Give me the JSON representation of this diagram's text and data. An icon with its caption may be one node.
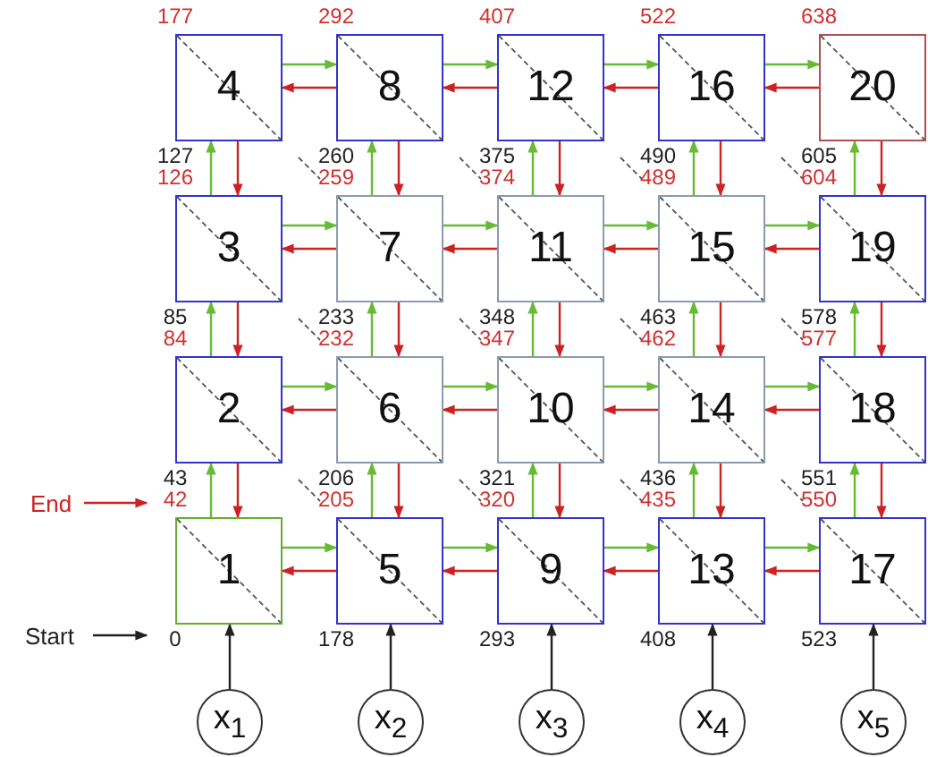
{
  "diagram": {
    "nodes": [
      {
        "text": [
          "1"
        ],
        "beside": [
          "42",
          "0"
        ]
      },
      {
        "text": [
          "2"
        ],
        "beside": [
          "84",
          "43"
        ]
      },
      {
        "text": [
          "3"
        ],
        "beside": [
          "126",
          "85"
        ]
      },
      {
        "text": [
          "4"
        ],
        "beside": [
          "177",
          "127"
        ]
      },
      {
        "text": [
          "5"
        ],
        "beside": [
          "205",
          "178"
        ]
      },
      {
        "text": [
          "6"
        ],
        "beside": [
          "232",
          "206"
        ]
      },
      {
        "text": [
          "7"
        ],
        "beside": [
          "259",
          "233"
        ]
      },
      {
        "text": [
          "8"
        ],
        "beside": [
          "292",
          "260"
        ]
      },
      {
        "text": [
          "9"
        ],
        "beside": [
          "320",
          "293"
        ]
      },
      {
        "text": [
          "10"
        ],
        "beside": [
          "347",
          "321"
        ]
      },
      {
        "text": [
          "11"
        ],
        "beside": [
          "374",
          "348"
        ]
      },
      {
        "text": [
          "12"
        ],
        "beside": [
          "407",
          "375"
        ]
      },
      {
        "text": [
          "13"
        ],
        "beside": [
          "435",
          "408"
        ]
      },
      {
        "text": [
          "14"
        ],
        "beside": [
          "462",
          "436"
        ]
      },
      {
        "text": [
          "15"
        ],
        "beside": [
          "489",
          "463"
        ]
      },
      {
        "text": [
          "16"
        ],
        "beside": [
          "522",
          "490"
        ]
      },
      {
        "text": [
          "17"
        ],
        "beside": [
          "550",
          "523"
        ]
      },
      {
        "text": [
          "18"
        ],
        "beside": [
          "577",
          "551"
        ]
      },
      {
        "text": [
          "19"
        ],
        "beside": [
          "604",
          "578"
        ]
      },
      {
        "text": [
          "20"
        ],
        "beside": [
          "638",
          "605"
        ]
      },
      {
        "text": [
          "x$_{1}$"
        ]
      },
      {
        "text": [
          "x$_{2}$"
        ]
      },
      {
        "text": [
          "x$_{3}$"
        ]
      },
      {
        "text": [
          "x$_{4}$"
        ]
      },
      {
        "text": [
          "x$_{5}$"
        ]
      },
      {
        "text": [
          "Start"
        ]
      },
      {
        "text": [
          "End"
        ]
      }
    ],
    "edges": [
      {
        "from": 0,
        "to": 4,
        "arrow": "to",
        "color": "#66bb33"
      },
      {
        "from": 4,
        "to": 0,
        "arrow": "to",
        "color": "#cc2222"
      },
      {
        "from": 1,
        "to": 5,
        "arrow": "to",
        "color": "#66bb33"
      },
      {
        "from": 5,
        "to": 1,
        "arrow": "to",
        "color": "#cc2222"
      },
      {
        "from": 2,
        "to": 6,
        "arrow": "to",
        "color": "#66bb33"
      },
      {
        "from": 6,
        "to": 2,
        "arrow": "to",
        "color": "#cc2222"
      },
      {
        "from": 3,
        "to": 7,
        "arrow": "to",
        "color": "#66bb33"
      },
      {
        "from": 7,
        "to": 3,
        "arrow": "to",
        "color": "#cc2222"
      },
      {
        "from": 4,
        "to": 8,
        "arrow": "to",
        "color": "#66bb33"
      },
      {
        "from": 8,
        "to": 4,
        "arrow": "to",
        "color": "#cc2222"
      },
      {
        "from": 5,
        "to": 9,
        "arrow": "to",
        "color": "#66bb33"
      },
      {
        "from": 9,
        "to": 5,
        "arrow": "to",
        "color": "#cc2222"
      },
      {
        "from": 6,
        "to": 10,
        "arrow": "to",
        "color": "#66bb33"
      },
      {
        "from": 10,
        "to": 6,
        "arrow": "to",
        "color": "#cc2222"
      },
      {
        "from": 7,
        "to": 11,
        "arrow": "to",
        "color": "#66bb33"
      },
      {
        "from": 11,
        "to": 7,
        "arrow": "to",
        "color": "#cc2222"
      },
      {
        "from": 8,
        "to": 12,
        "arrow": "to",
        "color": "#66bb33"
      },
      {
        "from": 12,
        "to": 8,
        "arrow": "to",
        "color": "#cc2222"
      },
      {
        "from": 9,
        "to": 13,
        "arrow": "to",
        "color": "#66bb33"
      },
      {
        "from": 13,
        "to": 9,
        "arrow": "to",
        "color": "#cc2222"
      },
      {
        "from": 10,
        "to": 14,
        "arrow": "to",
        "color": "#66bb33"
      },
      {
        "from": 14,
        "to": 10,
        "arrow": "to",
        "color": "#cc2222"
      },
      {
        "from": 11,
        "to": 15,
        "arrow": "to",
        "color": "#66bb33"
      },
      {
        "from": 15,
        "to": 11,
        "arrow": "to",
        "color": "#cc2222"
      },
      {
        "from": 12,
        "to": 16,
        "arrow": "to",
        "color": "#66bb33"
      },
      {
        "from": 16,
        "to": 12,
        "arrow": "to",
        "color": "#cc2222"
      },
      {
        "from": 13,
        "to": 17,
        "arrow": "to",
        "color": "#66bb33"
      },
      {
        "from": 17,
        "to": 13,
        "arrow": "to",
        "color": "#cc2222"
      },
      {
        "from": 14,
        "to": 18,
        "arrow": "to",
        "color": "#66bb33"
      },
      {
        "from": 18,
        "to": 14,
        "arrow": "to",
        "color": "#cc2222"
      },
      {
        "from": 15,
        "to": 19,
        "arrow": "to",
        "color": "#66bb33"
      },
      {
        "from": 19,
        "to": 15,
        "arrow": "to",
        "color": "#cc2222"
      },
      {
        "from": 0,
        "to": 1,
        "arrow": "to",
        "color": "#66bb33"
      },
      {
        "from": 1,
        "to": 0,
        "arrow": "to",
        "color": "#cc2222"
      },
      {
        "from": 1,
        "to": 2,
        "arrow": "to",
        "color": "#66bb33"
      },
      {
        "from": 2,
        "to": 1,
        "arrow": "to",
        "color": "#cc2222"
      },
      {
        "from": 2,
        "to": 3,
        "arrow": "to",
        "color": "#66bb33"
      },
      {
        "from": 3,
        "to": 2,
        "arrow": "to",
        "color": "#cc2222"
      },
      {
        "from": 4,
        "to": 5,
        "arrow": "to",
        "color": "#66bb33"
      },
      {
        "from": 5,
        "to": 4,
        "arrow": "to",
        "color": "#cc2222"
      },
      {
        "from": 5,
        "to": 6,
        "arrow": "to",
        "color": "#66bb33"
      },
      {
        "from": 6,
        "to": 5,
        "arrow": "to",
        "color": "#cc2222"
      },
      {
        "from": 6,
        "to": 7,
        "arrow": "to",
        "color": "#66bb33"
      },
      {
        "from": 7,
        "to": 6,
        "arrow": "to",
        "color": "#cc2222"
      },
      {
        "from": 8,
        "to": 9,
        "arrow": "to",
        "color": "#66bb33"
      },
      {
        "from": 9,
        "to": 8,
        "arrow": "to",
        "color": "#cc2222"
      },
      {
        "from": 9,
        "to": 10,
        "arrow": "to",
        "color": "#66bb33"
      },
      {
        "from": 10,
        "to": 9,
        "arrow": "to",
        "color": "#cc2222"
      },
      {
        "from": 10,
        "to": 11,
        "arrow": "to",
        "color": "#66bb33"
      },
      {
        "from": 11,
        "to": 10,
        "arrow": "to",
        "color": "#cc2222"
      },
      {
        "from": 12,
        "to": 13,
        "arrow": "to",
        "color": "#66bb33"
      },
      {
        "from": 13,
        "to": 12,
        "arrow": "to",
        "color": "#cc2222"
      },
      {
        "from": 13,
        "to": 14,
        "arrow": "to",
        "color": "#66bb33"
      },
      {
        "from": 14,
        "to": 13,
        "arrow": "to",
        "color": "#cc2222"
      },
      {
        "from": 14,
        "to": 15,
        "arrow": "to",
        "color": "#66bb33"
      },
      {
        "from": 15,
        "to": 14,
        "arrow": "to",
        "color": "#cc2222"
      },
      {
        "from": 16,
        "to": 17,
        "arrow": "to",
        "color": "#66bb33"
      },
      {
        "from": 17,
        "to": 16,
        "arrow": "to",
        "color": "#cc2222"
      },
      {
        "from": 17,
        "to": 18,
        "arrow": "to",
        "color": "#66bb33"
      },
      {
        "from": 18,
        "to": 17,
        "arrow": "to",
        "color": "#cc2222"
      },
      {
        "from": 18,
        "to": 19,
        "arrow": "to",
        "color": "#66bb33"
      },
      {
        "from": 19,
        "to": 18,
        "arrow": "to",
        "color": "#cc2222"
      },
      {
        "from": 20,
        "to": 0,
        "arrow": "to",
        "color": "#222222"
      },
      {
        "from": 21,
        "to": 4,
        "arrow": "to",
        "color": "#222222"
      },
      {
        "from": 22,
        "to": 8,
        "arrow": "to",
        "color": "#222222"
      },
      {
        "from": 23,
        "to": 12,
        "arrow": "to",
        "color": "#222222"
      },
      {
        "from": 24,
        "to": 16,
        "arrow": "to",
        "color": "#222222"
      },
      {
        "from": 25,
        "to": 0,
        "arrow": "to",
        "color": "#222222"
      },
      {
        "from": 26,
        "to": 0,
        "arrow": "to",
        "color": "#cc2222"
      }
    ]
  }
}
